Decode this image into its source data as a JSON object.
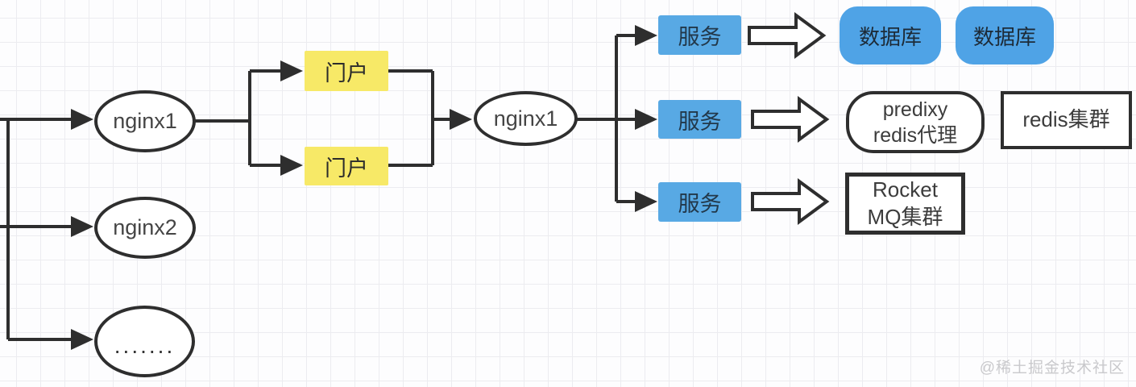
{
  "watermark": "@稀土掘金技术社区",
  "colors": {
    "service_blue": "#58a9e4",
    "db_blue": "#4fa3e6",
    "portal_yellow": "#f7e967",
    "stroke_dark": "#2e2e2e",
    "grid_line": "#ececf0"
  },
  "nodes": {
    "nginx1_left": {
      "label": "nginx1"
    },
    "nginx2": {
      "label": "nginx2"
    },
    "more": {
      "label": "......."
    },
    "portal_top": {
      "label": "门户"
    },
    "portal_bottom": {
      "label": "门户"
    },
    "nginx1_mid": {
      "label": "nginx1"
    },
    "service_top": {
      "label": "服务"
    },
    "service_mid": {
      "label": "服务"
    },
    "service_bottom": {
      "label": "服务"
    },
    "db_left": {
      "label": "数据库"
    },
    "db_right": {
      "label": "数据库"
    },
    "predixy": {
      "line1": "predixy",
      "line2": "redis代理"
    },
    "redis_cluster": {
      "label": "redis集群"
    },
    "rocketmq": {
      "line1": "Rocket",
      "line2": "MQ集群"
    }
  }
}
